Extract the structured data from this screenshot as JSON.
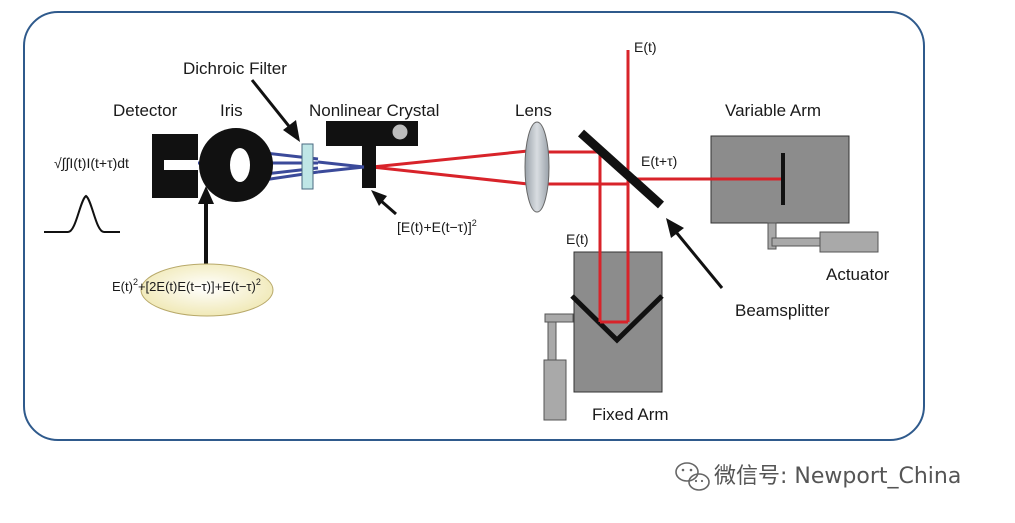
{
  "colors": {
    "frame": "#2f5a8c",
    "beam_red": "#d8232a",
    "beam_blue": "#3b4a9a",
    "dark_part": "#111111",
    "gray_box": "#8c8c8c",
    "ellipse_fill": "#f8f4d2",
    "filter_fill": "#bfe6e6"
  },
  "labels": {
    "dichroic_filter": "Dichroic Filter",
    "detector": "Detector",
    "iris": "Iris",
    "nonlinear_crystal": "Nonlinear Crystal",
    "lens": "Lens",
    "variable_arm": "Variable Arm",
    "actuator": "Actuator",
    "beamsplitter": "Beamsplitter",
    "fixed_arm": "Fixed Arm",
    "e_t_top": "E(t)",
    "e_t_tau": "E(t+τ)",
    "e_t_fixed": "E(t)",
    "integral_text": "√∫∫I(t)I(t+τ)dt",
    "crystal_eq_main": "[E(t)+E(t−τ)]",
    "crystal_eq_exp": "2",
    "signal_a": "E(t)",
    "signal_exp1": "2",
    "signal_b": "+[2E(t)E(t−τ)]+E(t−τ)",
    "signal_exp2": "2"
  },
  "watermark": {
    "icon": "wechat-icon",
    "text": "微信号: Newport_China"
  }
}
